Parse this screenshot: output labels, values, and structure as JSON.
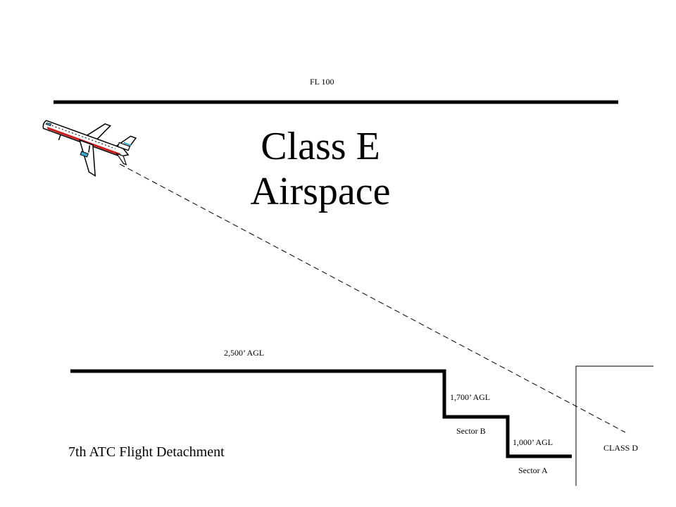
{
  "title": {
    "line1": "Class E",
    "line2": "Airspace"
  },
  "labels": {
    "fl100": "FL 100",
    "agl_2500": "2,500’ AGL",
    "agl_1700": "1,700’ AGL",
    "agl_1000": "1,000’ AGL",
    "sector_b": "Sector B",
    "sector_a": "Sector A",
    "class_d": "CLASS  D"
  },
  "footer": "7th ATC Flight Detachment",
  "icons": {
    "aircraft": "airliner-icon"
  },
  "colors": {
    "line": "#000000",
    "aircraft_body": "#ffffff",
    "aircraft_stripe": "#cc1a1a",
    "aircraft_window": "#3aa7c9"
  }
}
